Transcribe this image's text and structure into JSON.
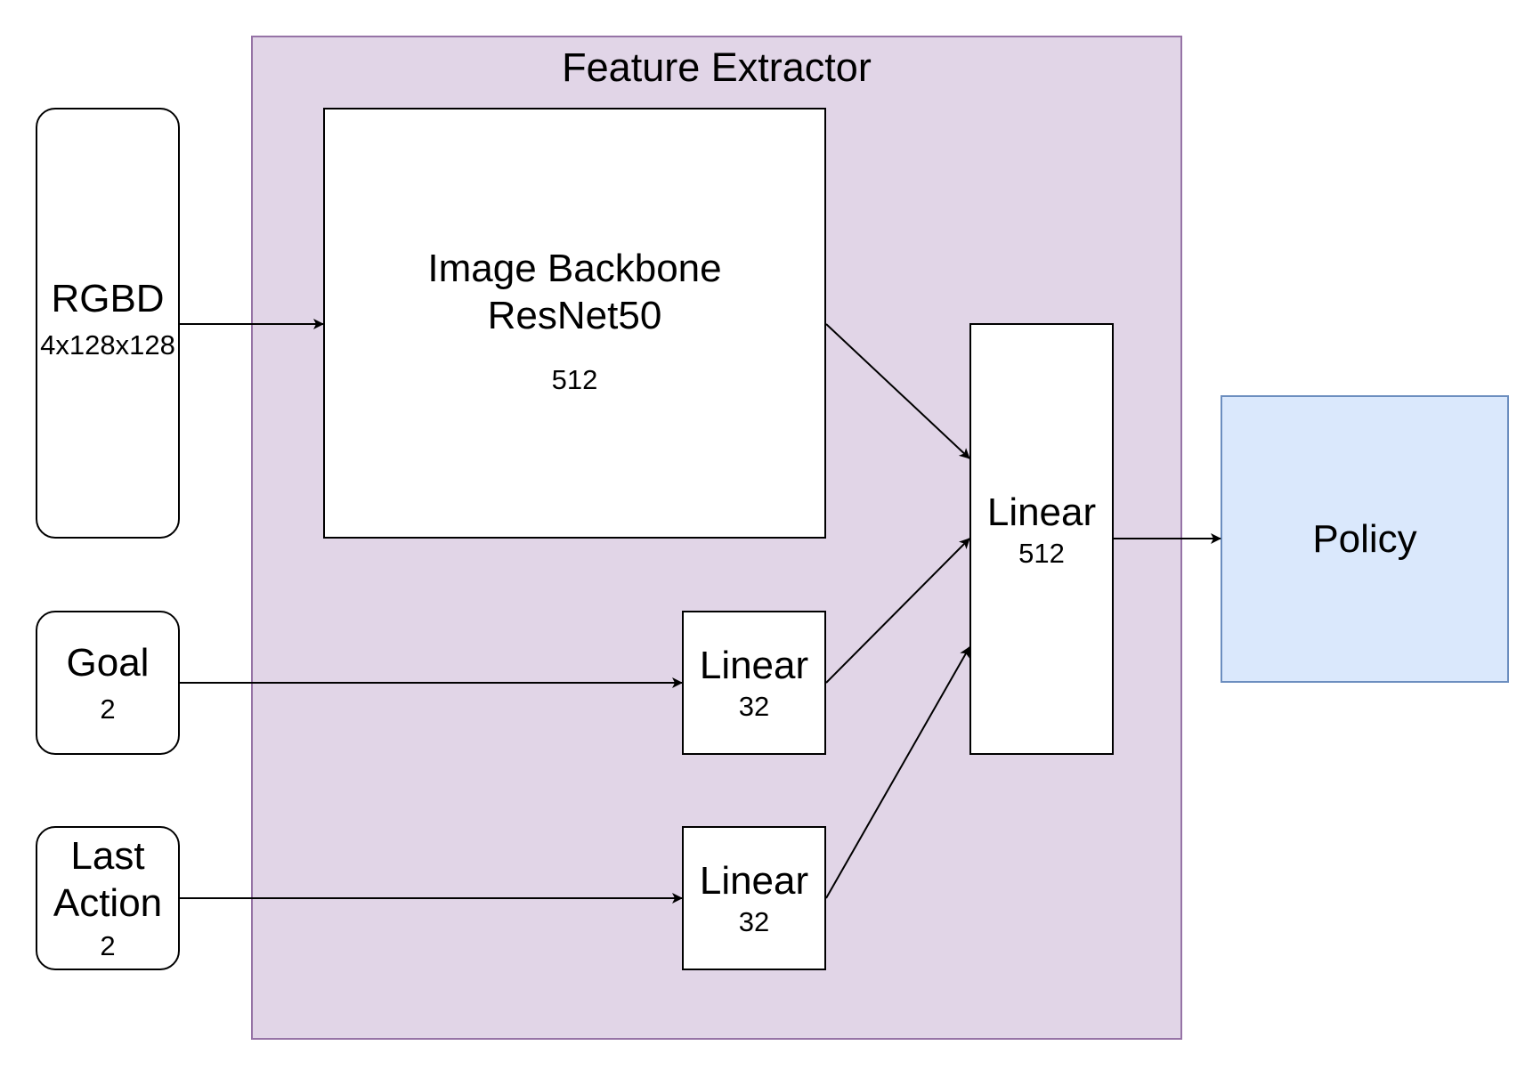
{
  "feature_extractor": {
    "title": "Feature Extractor"
  },
  "inputs": {
    "rgbd": {
      "label": "RGBD",
      "dims": "4x128x128"
    },
    "goal": {
      "label": "Goal",
      "dims": "2"
    },
    "last_action": {
      "label_line1": "Last",
      "label_line2": "Action",
      "dims": "2"
    }
  },
  "image_backbone": {
    "line1": "Image Backbone",
    "line2": "ResNet50",
    "dims": "512"
  },
  "linear_goal": {
    "label": "Linear",
    "dims": "32"
  },
  "linear_action": {
    "label": "Linear",
    "dims": "32"
  },
  "linear_merge": {
    "label": "Linear",
    "dims": "512"
  },
  "policy": {
    "label": "Policy"
  },
  "colors": {
    "container_fill": "#e1d5e7",
    "container_border": "#9673a6",
    "policy_fill": "#dae8fc",
    "policy_border": "#6c8ebf"
  }
}
